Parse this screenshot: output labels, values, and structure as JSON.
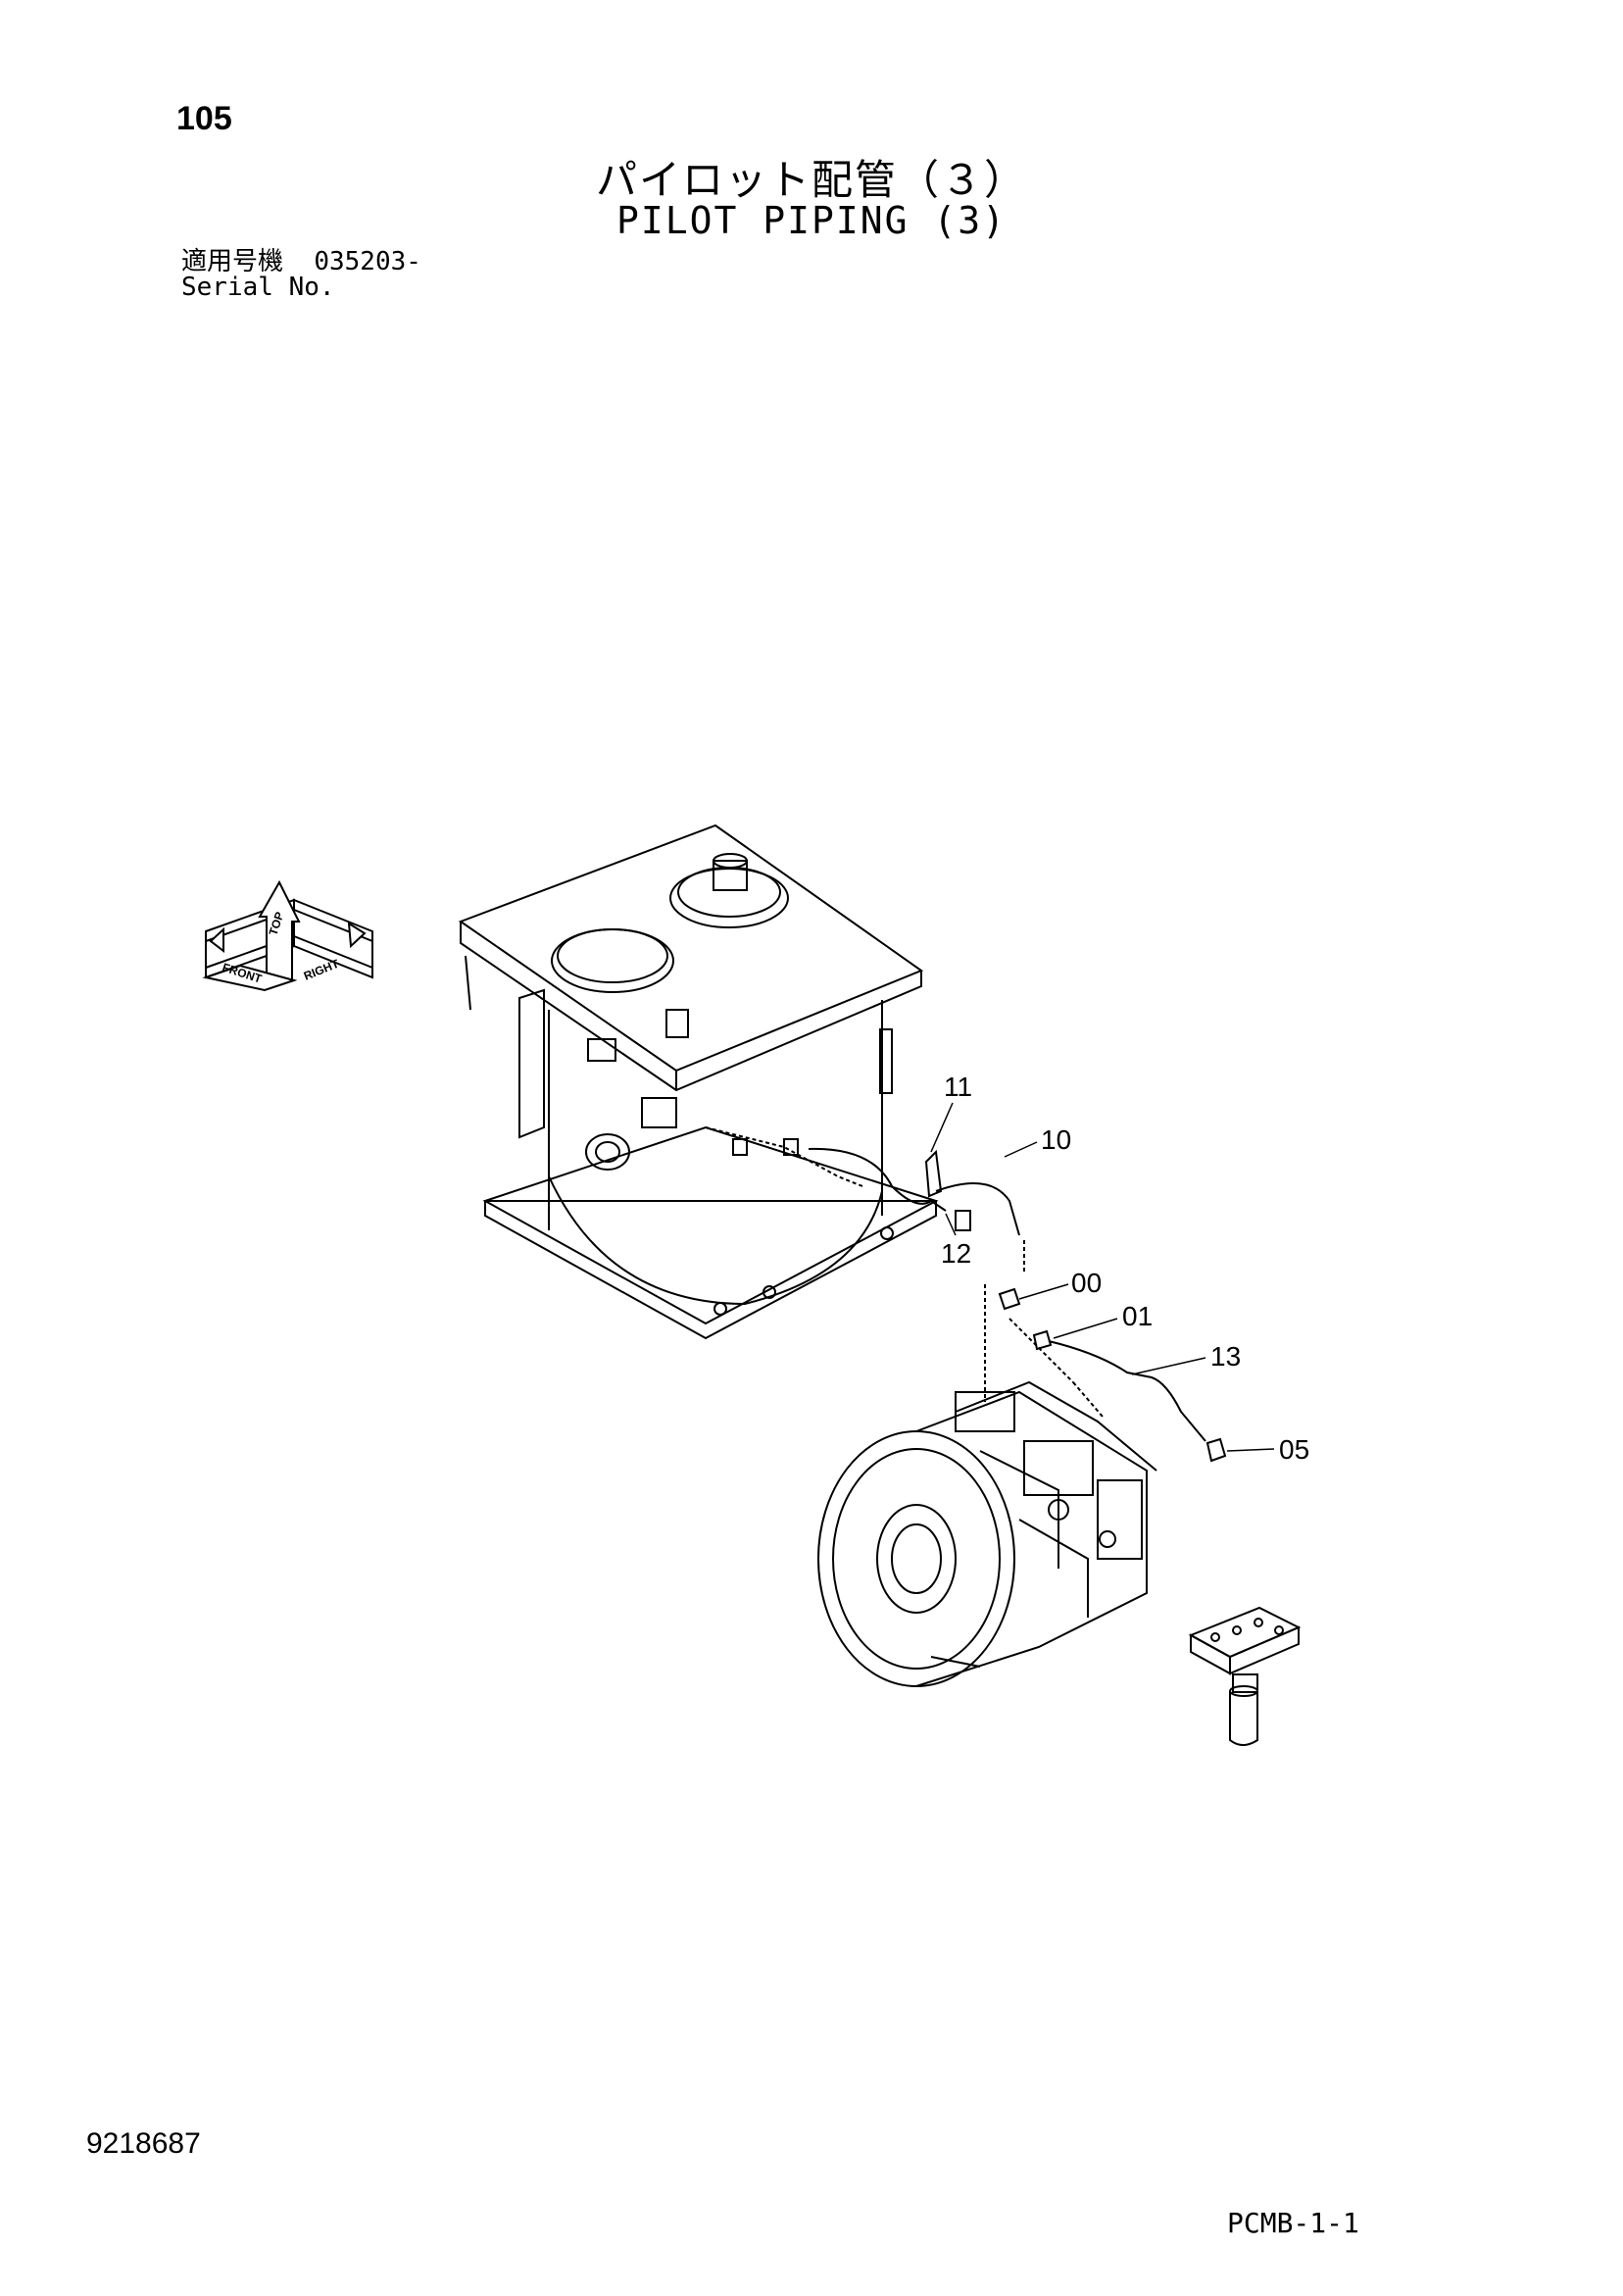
{
  "header": {
    "page_number": "105",
    "title_jp": "パイロット配管（３）",
    "title_en": "PILOT PIPING (3)",
    "serial_label_jp": "適用号機",
    "serial_value": "035203-",
    "serial_label_en": "Serial No."
  },
  "direction_indicator": {
    "front": "FRONT",
    "top": "TOP",
    "right": "RIGHT"
  },
  "callouts": {
    "c11": "11",
    "c10": "10",
    "c12": "12",
    "c00": "00",
    "c01": "01",
    "c13": "13",
    "c05": "05"
  },
  "footer": {
    "doc_number": "9218687",
    "code": "PCMB-1-1"
  }
}
